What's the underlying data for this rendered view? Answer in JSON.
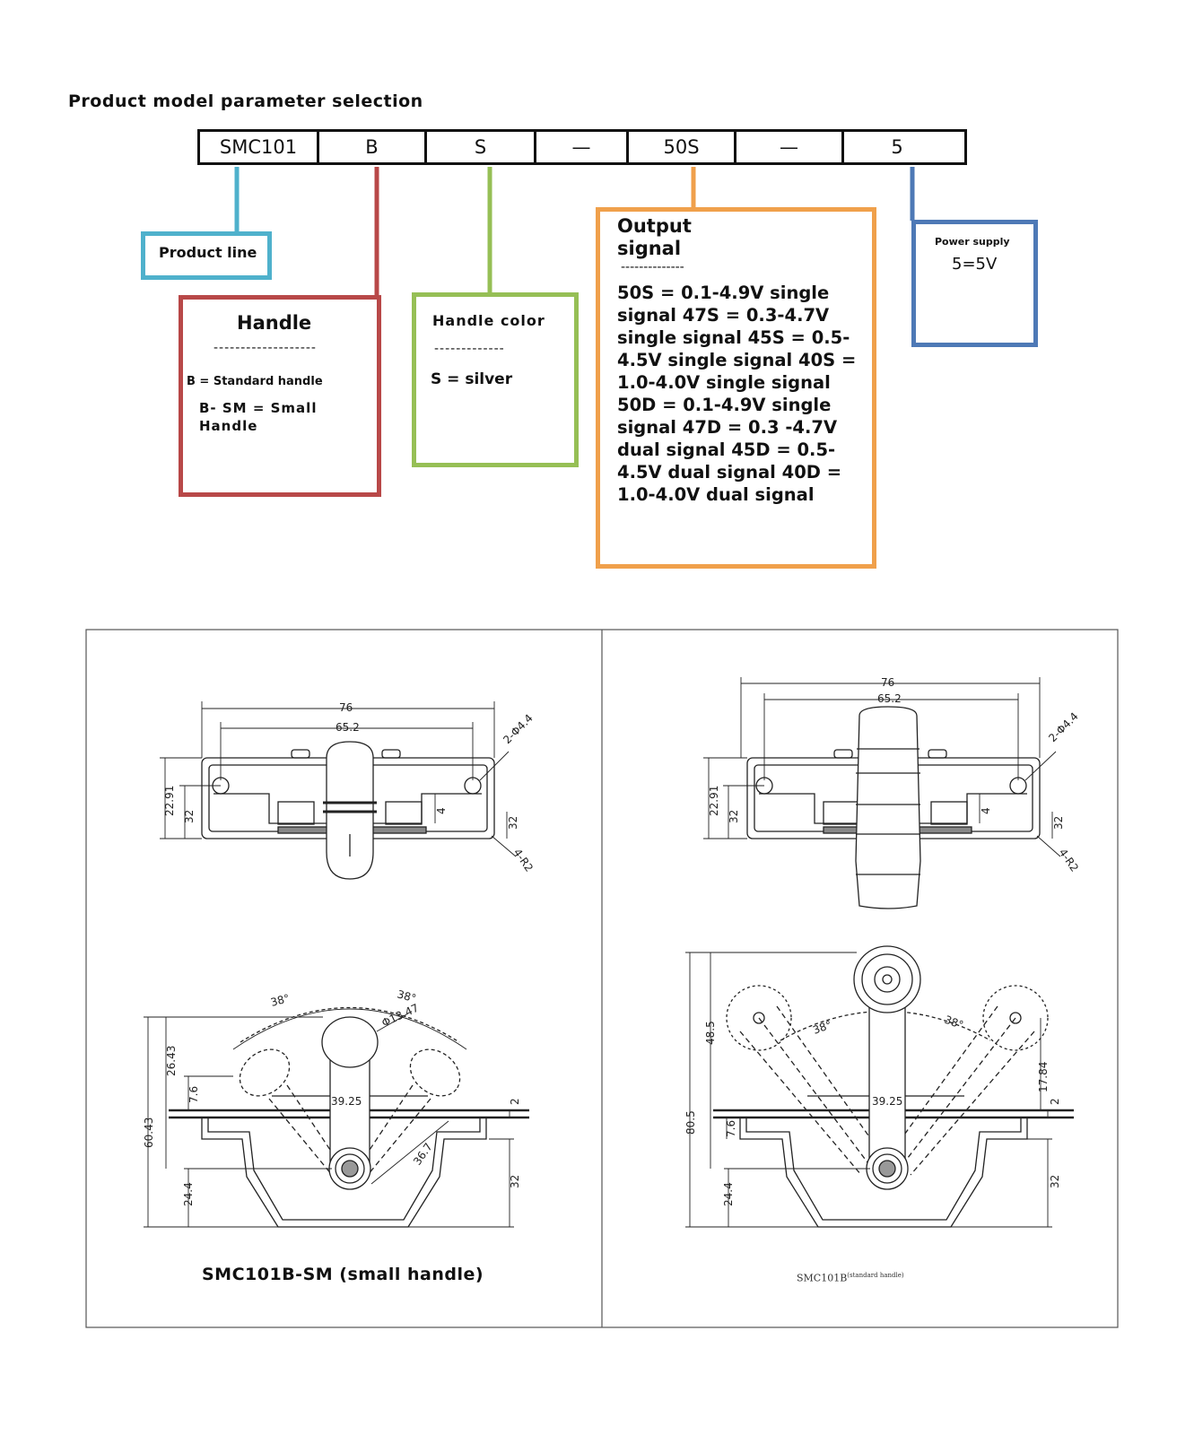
{
  "heading": "Product model parameter selection",
  "model_code": {
    "segments": [
      "SMC101",
      "B",
      "S",
      "—",
      "50S",
      "—",
      "5"
    ]
  },
  "callouts": {
    "product_line": {
      "title": "Product line",
      "color": "#4fb1cc"
    },
    "handle": {
      "title": "Handle",
      "divider": "-------------------",
      "option_1": "B = Standard handle",
      "option_2": "B- SM = Small Handle",
      "color": "#b84848"
    },
    "handle_color": {
      "title": "Handle color",
      "divider": "-------------",
      "option_1": "S = silver",
      "color": "#96bf55"
    },
    "output_signal": {
      "title": "Output signal",
      "divider": "--------------",
      "body": "50S = 0.1-4.9V single signal 47S = 0.3-4.7V single signal 45S = 0.5-4.5V single signal 40S = 1.0-4.0V single signal 50D = 0.1-4.9V single signal 47D = 0.3 -4.7V dual signal 45D = 0.5-4.5V dual signal 40D = 1.0-4.0V dual signal",
      "color": "#f0a04b"
    },
    "power_supply": {
      "title": "Power supply",
      "value": "5=5V",
      "color": "#4e79b6"
    }
  },
  "drawings": {
    "left": {
      "caption": "SMC101B-SM (small handle)",
      "top_view": {
        "dim_76": "76",
        "dim_65_2": "65.2",
        "dim_hole": "2-Φ4.4",
        "dim_22_91": "22.91",
        "dim_32a": "32",
        "dim_4": "4",
        "dim_32b": "32",
        "dim_r2": "4-R2"
      },
      "side_view": {
        "angle_left": "38°",
        "angle_right": "38°",
        "dim_dia": "Φ13.47",
        "dim_26_43": "26.43",
        "dim_7_6": "7.6",
        "dim_60_43": "60.43",
        "dim_39_25": "39.25",
        "dim_36_7": "36.7",
        "dim_24_4": "24.4",
        "dim_2": "2",
        "dim_32": "32"
      }
    },
    "right": {
      "caption": "SMC101B",
      "caption_note": "(standard handle)",
      "top_view": {
        "dim_76": "76",
        "dim_65_2": "65.2",
        "dim_hole": "2-Φ4.4",
        "dim_22_91": "22.91",
        "dim_32a": "32",
        "dim_4": "4",
        "dim_32b": "32",
        "dim_r2": "4-R2"
      },
      "side_view": {
        "angle_left": "38°",
        "angle_right": "38°",
        "dim_48_5": "48.5",
        "dim_80_5": "80.5",
        "dim_39_25": "39.25",
        "dim_17_84": "17.84",
        "dim_2": "2",
        "dim_7_6": "7.6",
        "dim_24_4": "24.4",
        "dim_32": "32"
      }
    }
  }
}
